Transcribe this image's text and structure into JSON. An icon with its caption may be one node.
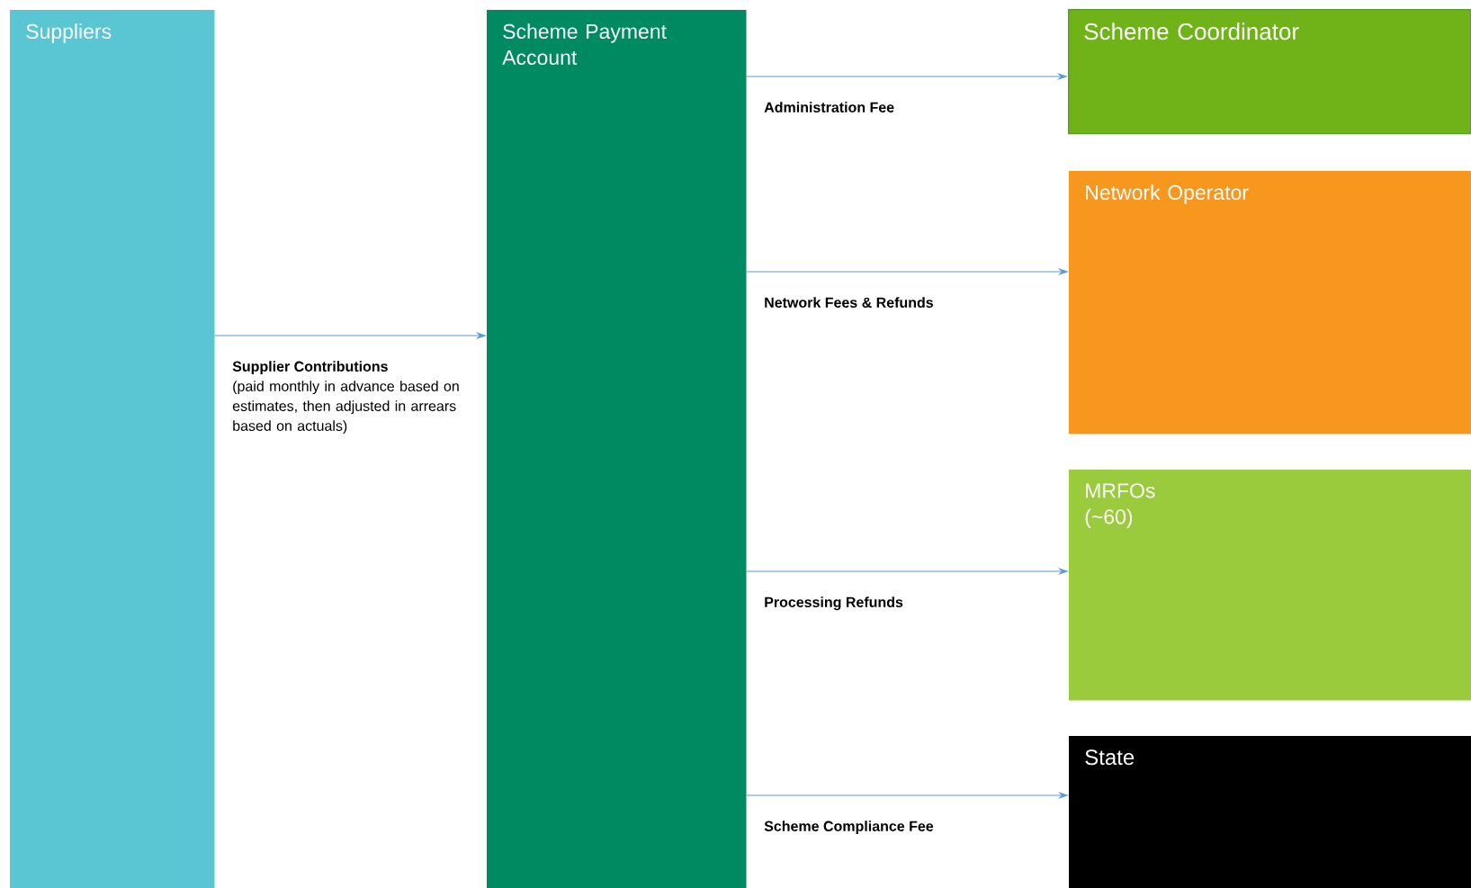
{
  "diagram": {
    "nodes": [
      {
        "text": [
          "Suppliers"
        ]
      },
      {
        "text": [
          "Scheme Payment Account"
        ]
      },
      {
        "text": [
          "Scheme Coordinator"
        ]
      },
      {
        "text": [
          "Network Operator"
        ]
      },
      {
        "text": [
          "MRFOs",
          "(~60)"
        ]
      },
      {
        "text": [
          "State"
        ]
      }
    ],
    "edges": [
      {
        "from": 0,
        "to": 1,
        "arrow": "to",
        "label": "Supplier Contributions"
      },
      {
        "from": 1,
        "to": 2,
        "arrow": "to",
        "label": "Administration Fee"
      },
      {
        "from": 1,
        "to": 3,
        "arrow": "to",
        "label": "Network Fees & Refunds"
      },
      {
        "from": 1,
        "to": 4,
        "arrow": "to",
        "label": "Processing Refunds"
      },
      {
        "from": 1,
        "to": 5,
        "arrow": "to",
        "label": "Scheme Compliance Fee"
      }
    ],
    "labels": [
      "(paid monthly in advance based on estimates, then adjusted in arrears based on actuals)"
    ]
  }
}
